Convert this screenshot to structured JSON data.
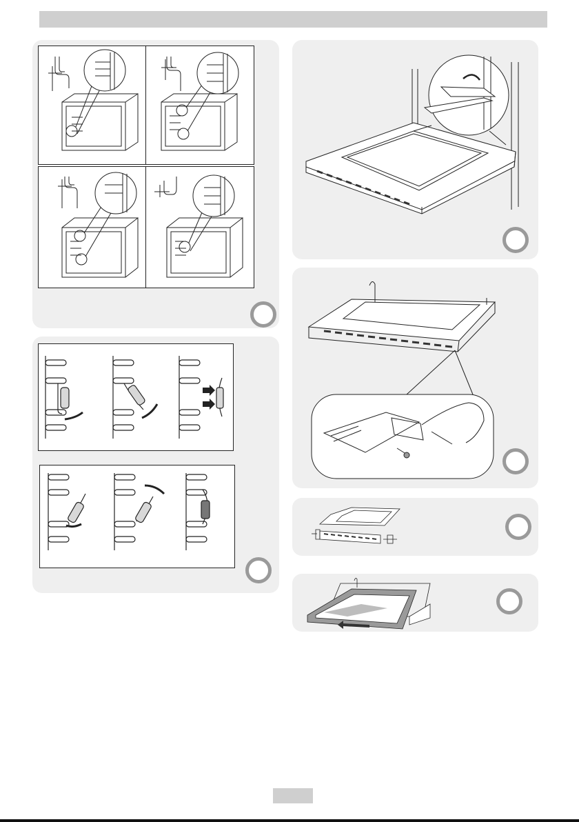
{
  "document": {
    "section": "oven-door-and-rack-maintenance-illustrations",
    "figures": [
      {
        "id": "fig-rack-positions",
        "label": ""
      },
      {
        "id": "fig-door-hinge",
        "label": ""
      },
      {
        "id": "fig-support-clips",
        "label": ""
      },
      {
        "id": "fig-door-screw",
        "label": ""
      },
      {
        "id": "fig-door-glass-removal",
        "label": ""
      },
      {
        "id": "fig-glass-slide",
        "label": ""
      }
    ],
    "page_number": ""
  },
  "colors": {
    "panel": "#efefef",
    "badge_ring": "#9a9a9a",
    "header_bar": "#cfcfcf",
    "line_art": "#222222"
  }
}
